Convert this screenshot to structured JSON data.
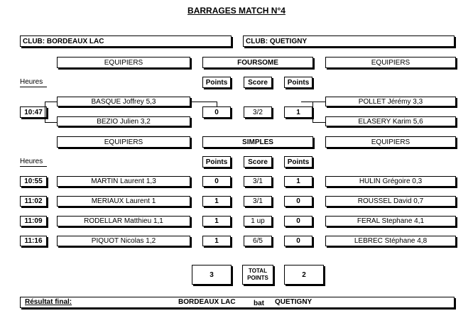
{
  "title": "BARRAGES    MATCH N°4",
  "clubs": {
    "left": "CLUB: BORDEAUX LAC",
    "right": "CLUB: QUETIGNY"
  },
  "sections": {
    "equipiers": "EQUIPIERS",
    "foursome": "FOURSOME",
    "simples": "SIMPLES"
  },
  "columns": {
    "heures": "Heures",
    "points": "Points",
    "score": "Score"
  },
  "foursome": {
    "heure": "10:47",
    "left_players": [
      "BASQUE Joffrey  5,3",
      "BEZIO Julien  3,2"
    ],
    "right_players": [
      "POLLET Jérémy  3,3",
      "ELASERY Karim  5,6"
    ],
    "left_points": "0",
    "score": "3/2",
    "right_points": "1"
  },
  "simples": [
    {
      "heure": "10:55",
      "left": "MARTIN Laurent  1,3",
      "left_points": "0",
      "score": "3/1",
      "right_points": "1",
      "right": "HULIN Grégoire  0,3"
    },
    {
      "heure": "11:02",
      "left": "MERIAUX Laurent  1",
      "left_points": "1",
      "score": "3/1",
      "right_points": "0",
      "right": "ROUSSEL David  0,7"
    },
    {
      "heure": "11:09",
      "left": "RODELLAR Matthieu  1,1",
      "left_points": "1",
      "score": "1 up",
      "right_points": "0",
      "right": "FERAL Stephane  4,1"
    },
    {
      "heure": "11:16",
      "left": "PIQUOT Nicolas  1,2",
      "left_points": "1",
      "score": "6/5",
      "right_points": "0",
      "right": "LEBREC Stéphane  4,8"
    }
  ],
  "totals": {
    "left": "3",
    "label_line1": "TOTAL",
    "label_line2": "POINTS",
    "right": "2"
  },
  "result": {
    "label": "Résultat final:",
    "winner": "BORDEAUX LAC",
    "verb": "bat",
    "loser": "QUETIGNY"
  }
}
